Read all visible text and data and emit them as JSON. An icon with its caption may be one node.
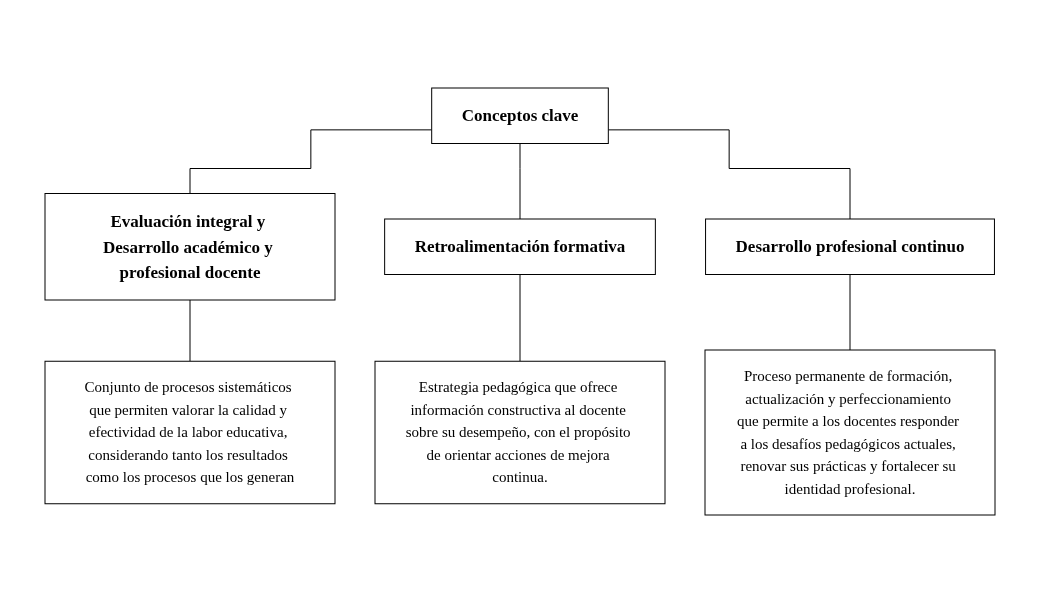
{
  "diagram": {
    "nodes": [
      {
        "text": [
          "Conceptos clave"
        ]
      },
      {
        "text": [
          "Evaluación integral y Desarrollo académico y profesional docente"
        ]
      },
      {
        "text": [
          "Retroalimentación formativa"
        ]
      },
      {
        "text": [
          "Desarrollo profesional continuo"
        ]
      },
      {
        "text": [
          "Conjunto de procesos sistemáticos que permiten valorar la calidad y efectividad de la labor educativa, considerando tanto los resultados como los procesos que los generan"
        ]
      },
      {
        "text": [
          "Estrategia pedagógica que ofrece información constructiva al docente sobre su desempeño, con el propósito de orientar acciones de mejora continua."
        ]
      },
      {
        "text": [
          "Proceso permanente de formación, actualización y perfeccionamiento que permite a los docentes responder a los desafíos pedagógicos actuales, renovar sus prácticas y fortalecer su identidad profesional."
        ]
      }
    ],
    "edges": [
      {
        "from": 0,
        "to": 1,
        "arrow": "none"
      },
      {
        "from": 0,
        "to": 2,
        "arrow": "none"
      },
      {
        "from": 0,
        "to": 3,
        "arrow": "none"
      },
      {
        "from": 1,
        "to": 4,
        "arrow": "none"
      },
      {
        "from": 2,
        "to": 5,
        "arrow": "none"
      },
      {
        "from": 3,
        "to": 6,
        "arrow": "none"
      }
    ]
  }
}
